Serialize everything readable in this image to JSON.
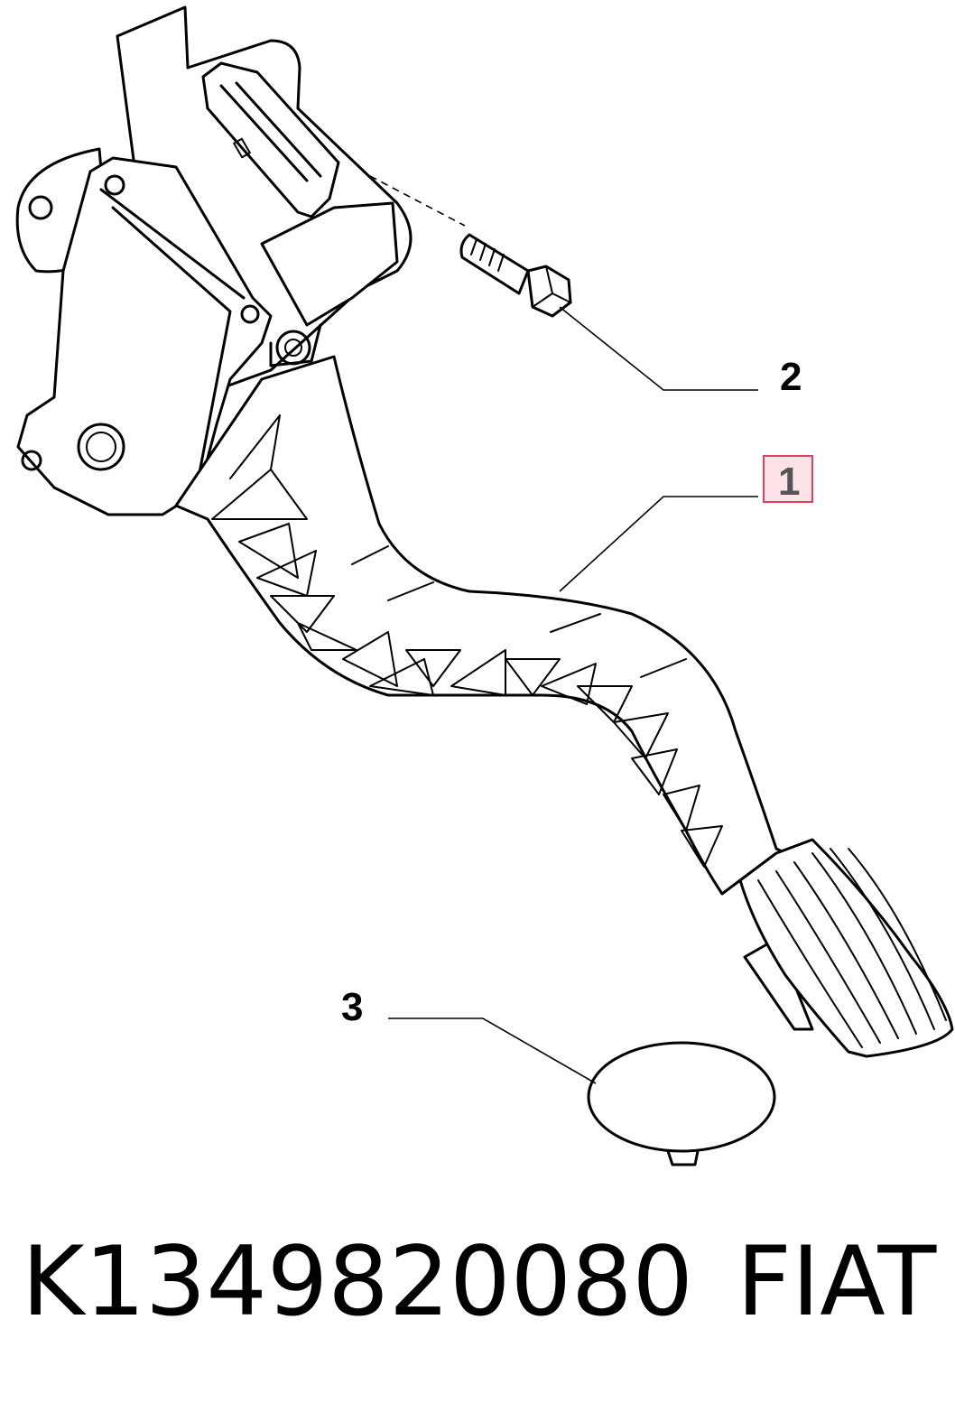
{
  "callouts": [
    {
      "id": "1",
      "label": "1",
      "highlighted": true
    },
    {
      "id": "2",
      "label": "2",
      "highlighted": false
    },
    {
      "id": "3",
      "label": "3",
      "highlighted": false
    }
  ],
  "footer": {
    "part_number": "K1349820080",
    "brand": "FIAT"
  },
  "colors": {
    "line": "#000000",
    "highlight_fill": "#fde3e8",
    "highlight_stroke": "#e0405c"
  }
}
